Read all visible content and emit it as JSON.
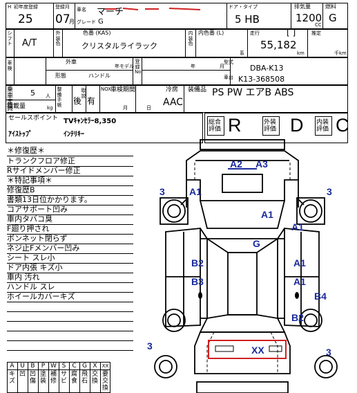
{
  "header": {
    "year_label": "初年度登録",
    "era_mark": "H",
    "year": "25",
    "month_label": "登録月",
    "month": "07",
    "month_unit": "月",
    "model_label": "車名",
    "model": "マーチ",
    "grade_label": "グレード",
    "grade": "G",
    "doors_label": "ドア・タイプ",
    "doors": "5 HB",
    "displacement_label": "排気量",
    "displacement": "1200",
    "cc_unit": "CC",
    "fuel_label": "燃料",
    "fuel": "G"
  },
  "row2": {
    "shift_label": "シフト",
    "shift": "A/T",
    "exterior_label": "外装色",
    "color_label": "色番 (KAS)",
    "color": "クリスタルライラック",
    "interior_label": "内装色",
    "interior_color_label": "内色番 (L)",
    "interior_unit": "系",
    "mileage_label": "走行",
    "mileage_bracket": "[   ]",
    "mileage": "55,182",
    "km_unit": "km",
    "estimate_label": "推定",
    "estimate_unit": "千km"
  },
  "row3": {
    "inspection_label": "車検",
    "exterior_dims_label": "外車",
    "model_year_label": "年モデル",
    "shape_label": "形態",
    "handle_label": "ハンドル",
    "registration_label": "登録No.",
    "year_unit": "年",
    "month_unit": "月",
    "type_label": "型式",
    "type": "DBA-K13",
    "chassis_label": "車台",
    "chassis": "K13-368508"
  },
  "row4": {
    "capacity_label": "乗車定員",
    "capacity": "5",
    "capacity_unit": "人",
    "load_label": "積載量",
    "load_unit": "kg",
    "doc_label": "整備手帳",
    "doc_value": "後",
    "manual_label": "取説",
    "manual_value": "有",
    "nav_label": "NOX",
    "period_label": "車検期間",
    "period_month": "月",
    "period_day": "日",
    "aircon_label": "冷房",
    "aircon": "AAC",
    "equipment_label": "装備品",
    "equipment": "PS PW エアB ABS"
  },
  "sales": {
    "title": "セールスポイント",
    "point1": "TVｷｬﾝｾﾗｰ8,350",
    "point2": "ｱｲｽﾄｯﾌﾟ",
    "point3": "ｲﾝﾃﾘｷｰ"
  },
  "grades": {
    "overall_label": "総合評価",
    "overall": "R",
    "exterior_label": "外装評価",
    "exterior": "D",
    "interior_label": "内装評価",
    "interior": "C"
  },
  "notes": [
    "＊修復歴＊",
    "トランクフロア修正",
    "Rサイドメンバー修正",
    "＊特記事項＊",
    "修復歴B",
    "書類13日位かかります。",
    "コアサポート凹み",
    "車内タバコ臭",
    "F廻り押され",
    "ボンネット閉らず",
    "ネジ止Fメンバー凹み",
    "シート スレ小",
    "ドア内張 キズ小",
    "車内 汚れ",
    "ハンドル スレ",
    "ホイールカバーキズ"
  ],
  "damage_marks": {
    "a2": "A2",
    "a3": "A3",
    "g": "G",
    "xx": "XX",
    "fl_tire": "3",
    "fr_tire": "3",
    "rl_tire": "3",
    "rr_tire": "3",
    "a1_fl": "A1",
    "a1_fr": "A1",
    "a1_hood": "A1",
    "b2_l": "B2",
    "a1_rdoor": "A1",
    "b3_l": "B3",
    "a1_r2": "A1",
    "b4_r": "B4",
    "b2_r": "B2"
  },
  "legend": {
    "codes": [
      "A",
      "U",
      "B",
      "P",
      "W",
      "S",
      "C",
      "G",
      "X",
      "XX"
    ],
    "meanings": [
      "キズ",
      "凹",
      "凹傷",
      "塗装",
      "補修",
      "サビ",
      "腐食",
      "飛石",
      "交換",
      "要交換"
    ]
  }
}
